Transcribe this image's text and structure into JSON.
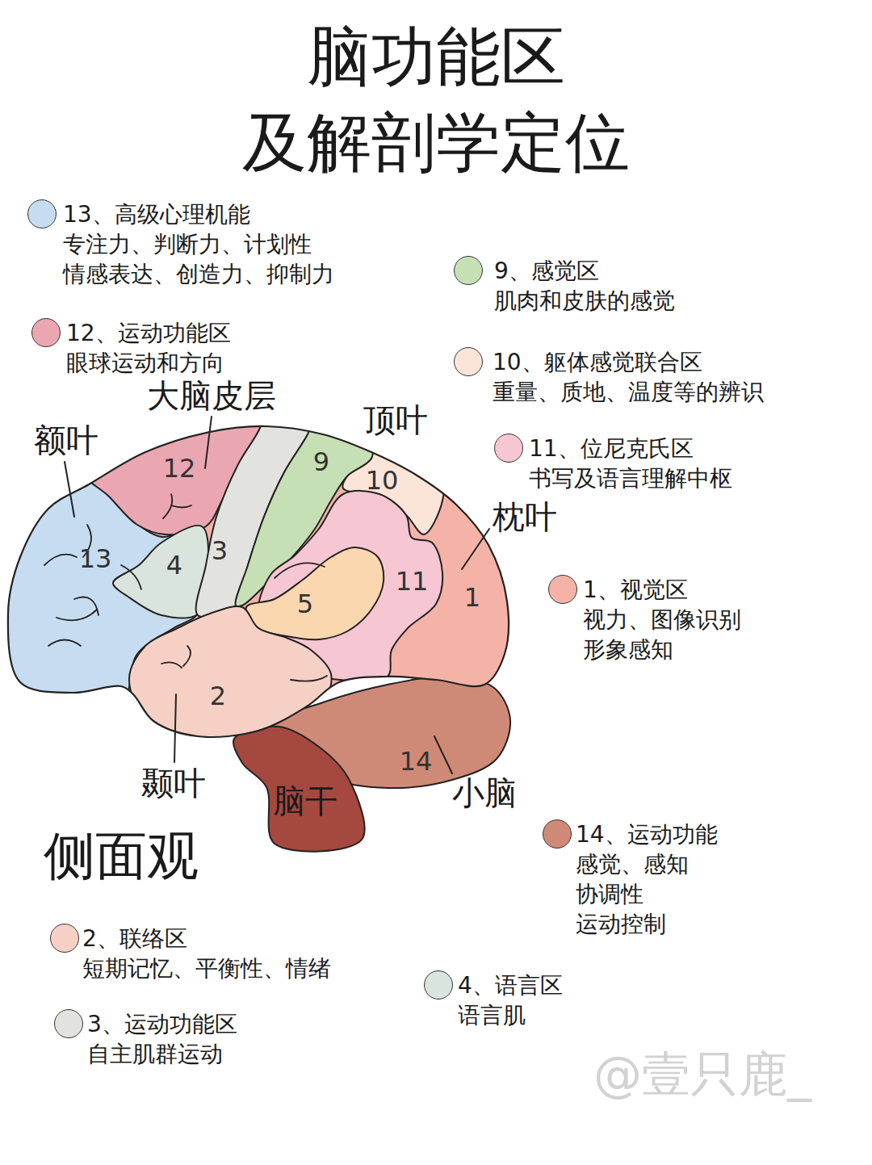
{
  "diagram": {
    "title": "脑功能区 及解剖学定位",
    "labels": [
      "大脑皮层",
      "顶叶",
      "额叶",
      "12",
      "9",
      "10",
      "枕叶",
      "3",
      "4",
      "13",
      "11",
      "1",
      "5",
      "2",
      "14",
      "颞叶",
      "小脑",
      "脑干",
      "侧面观",
      "@壹只鹿_"
    ],
    "legend": [
      {
        "text": "13、高级心理机能 专注力、判断力、计划性 情感表达、创造力、抑制力",
        "color": "#c6dcf0"
      },
      {
        "text": "9、感觉区 肌肉和皮肤的感觉",
        "color": "#c7dfb5"
      },
      {
        "text": "12、运动功能区 眼球运动和方向",
        "color": "#eaa7b2"
      },
      {
        "text": "10、躯体感觉联合区 重量、质地、温度等的辨识",
        "color": "#fce4d8"
      },
      {
        "text": "11、位尼克氏区 书写及语言理解中枢",
        "color": "#f7c6d3"
      },
      {
        "text": "1、视觉区 视力、图像识别 形象感知",
        "color": "#f5b3a8"
      },
      {
        "text": "14、运动功能 感觉、感知 协调性 运动控制",
        "color": "#cf8a77"
      },
      {
        "text": "2、联络区 短期记忆、平衡性、情绪",
        "color": "#f6d0c4"
      },
      {
        "text": "4、语言区 语言肌",
        "color": "#d9e4dc"
      },
      {
        "text": "3、运动功能区 自主肌群运动",
        "color": "#e2e2de"
      }
    ]
  }
}
